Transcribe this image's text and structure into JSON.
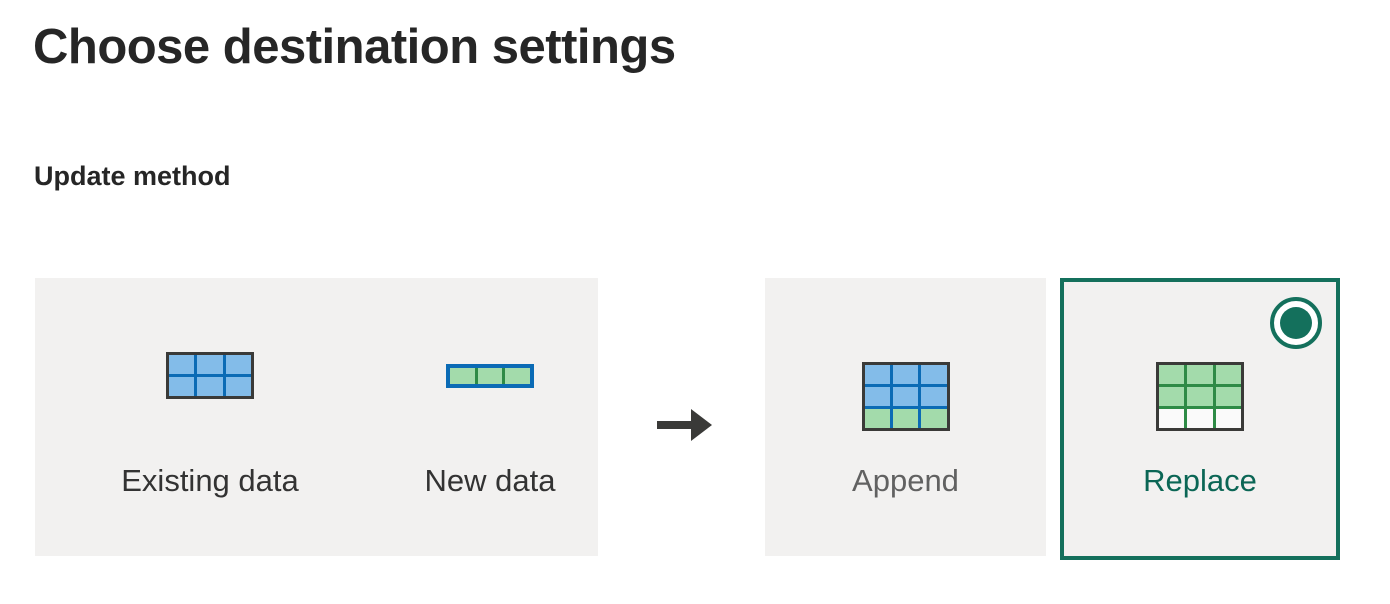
{
  "page": {
    "title": "Choose destination settings",
    "section_title": "Update method"
  },
  "source_card": {
    "options": [
      {
        "label": "Existing data",
        "icon": "blue-grid-3x2-icon"
      },
      {
        "label": "New data",
        "icon": "green-row-1x3-icon"
      }
    ]
  },
  "flow": {
    "arrow_icon": "arrow-right-icon"
  },
  "destination_cards": [
    {
      "label": "Append",
      "icon": "grid-3x3-blue-over-green-icon",
      "selected": false
    },
    {
      "label": "Replace",
      "icon": "grid-3x3-green-over-empty-icon",
      "selected": true,
      "radio_icon": "radio-selected-icon"
    }
  ],
  "colors": {
    "accent_teal": "#14705C",
    "selected_label": "#0B6655",
    "card_background": "#F2F1F0",
    "text_primary": "#262626",
    "text_secondary": "#616161",
    "blue_cell": "#83BCE9",
    "blue_line": "#0B6BB5",
    "green_cell": "#A3DBAB",
    "green_line": "#2E8B46",
    "border_dark": "#3A3A38"
  }
}
